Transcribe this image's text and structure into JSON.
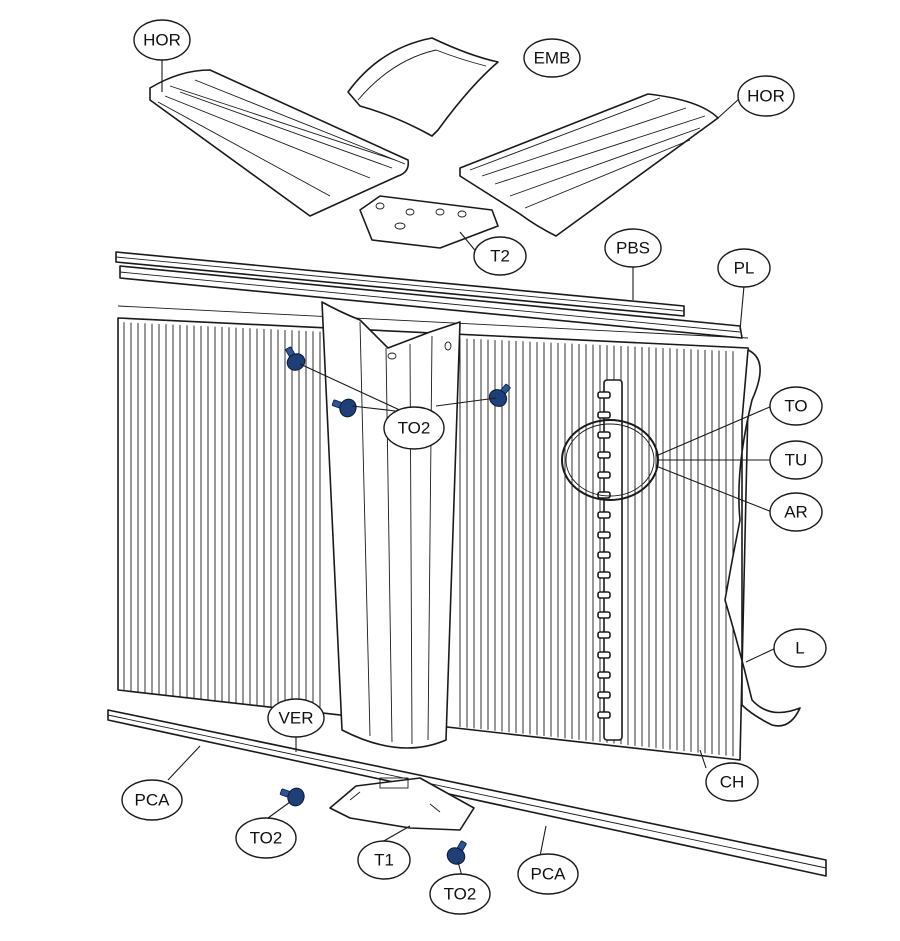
{
  "labels": {
    "hor_left": "HOR",
    "hor_right": "HOR",
    "emb": "EMB",
    "t2": "T2",
    "pbs": "PBS",
    "pl": "PL",
    "to2_upper": "TO2",
    "to": "TO",
    "tu": "TU",
    "ar": "AR",
    "l": "L",
    "ver": "VER",
    "ch": "CH",
    "pca_left": "PCA",
    "pca_right": "PCA",
    "to2_left": "TO2",
    "t1": "T1",
    "to2_bottom": "TO2"
  },
  "colors": {
    "line": "#1a1a1a",
    "screw": "#1f3f78",
    "background": "#ffffff"
  },
  "icons": {
    "screw": "screw-icon",
    "part": "outline-drawing"
  }
}
